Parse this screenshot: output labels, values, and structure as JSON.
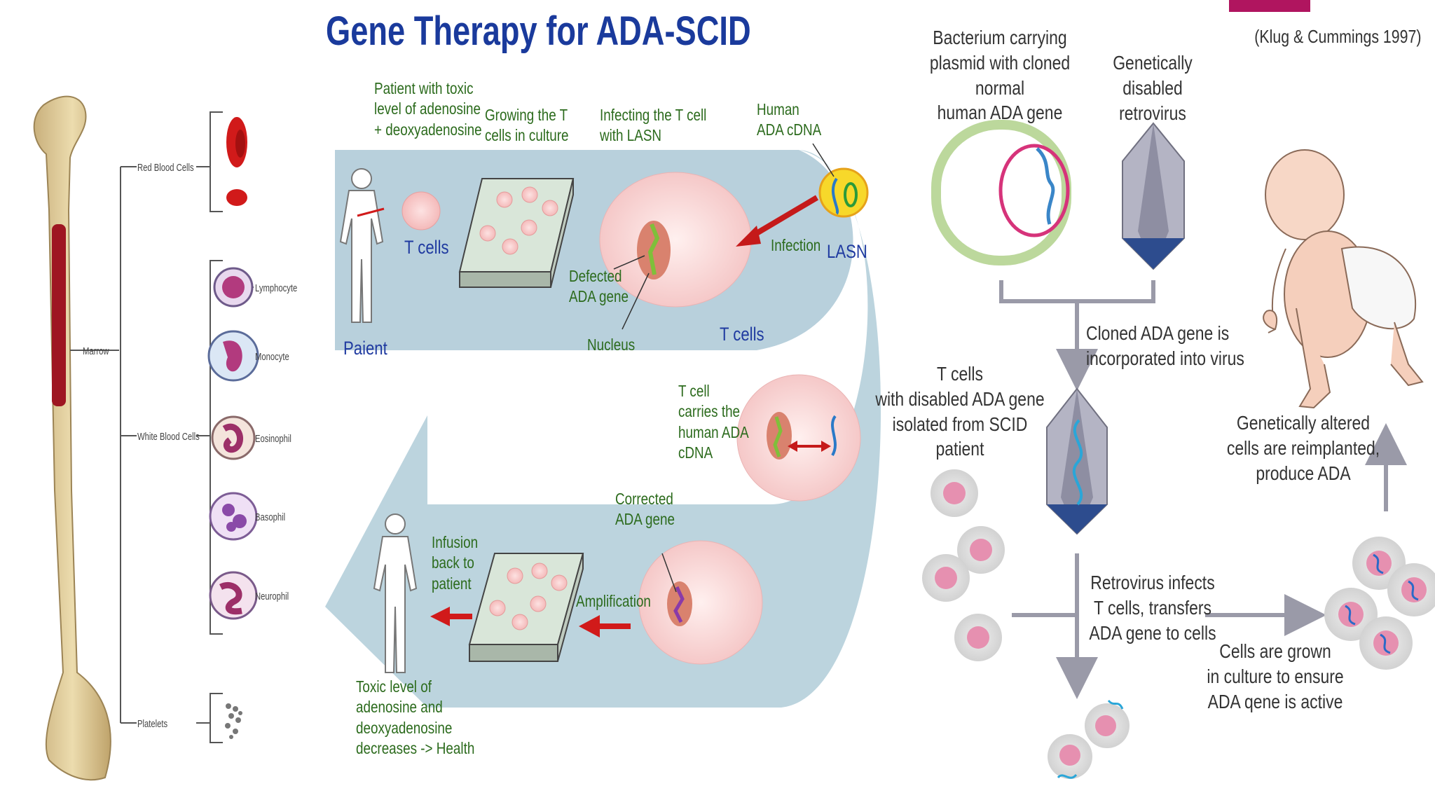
{
  "title": "Gene Therapy for ADA-SCID",
  "citation": "(Klug & Cummings 1997)",
  "colors": {
    "title_blue": "#1a3a9c",
    "label_green": "#2c6b1d",
    "band_blue": "#bcd4de",
    "accent_magenta": "#b0155f",
    "arrow_red": "#d11a1a"
  },
  "bone_panel": {
    "marrow": "Marrow",
    "red_blood_cells": "Red Blood Cells",
    "white_blood_cells": "White Blood Cells",
    "platelets": "Platelets",
    "white_cell_types": [
      "Lymphocyte",
      "Monocyte",
      "Eosinophil",
      "Basophil",
      "Neurophil"
    ]
  },
  "center_panel": {
    "patient_toxic": "Patient with toxic\nlevel of adenosine\n+ deoxyadenosine",
    "growing": "Growing the T\ncells in culture",
    "infecting": "Infecting the T cell\nwith LASN",
    "human_cdna": "Human\nADA cDNA",
    "t_cells_1": "T cells",
    "paient": "Paient",
    "defected": "Defected\nADA gene",
    "nucleus": "Nucleus",
    "infection": "Infection",
    "lasn": "LASN",
    "t_cells_2": "T cells",
    "t_cell_carries": "T cell\ncarries the\nhuman ADA\ncDNA",
    "corrected": "Corrected\nADA gene",
    "amplification": "Amplification",
    "infusion": "Infusion\nback to\npatient",
    "toxic_decreases": "Toxic level of\nadenosine and\ndeoxyadenosine\ndecreases -> Health"
  },
  "right_panel": {
    "bacterium": "Bacterium carrying\nplasmid with cloned normal\nhuman ADA gene",
    "retrovirus": "Genetically disabled\nretrovirus",
    "cloned": "Cloned ADA gene is\nincorporated into virus",
    "t_cells_isolated": "T cells\nwith disabled ADA gene\nisolated from SCID patient",
    "reimplanted": "Genetically altered\ncells are reimplanted,\nproduce ADA",
    "infects": "Retrovirus infects\nT cells, transfers\nADA gene to cells",
    "grown": "Cells are grown\nin culture to ensure\nADA qene is active"
  }
}
